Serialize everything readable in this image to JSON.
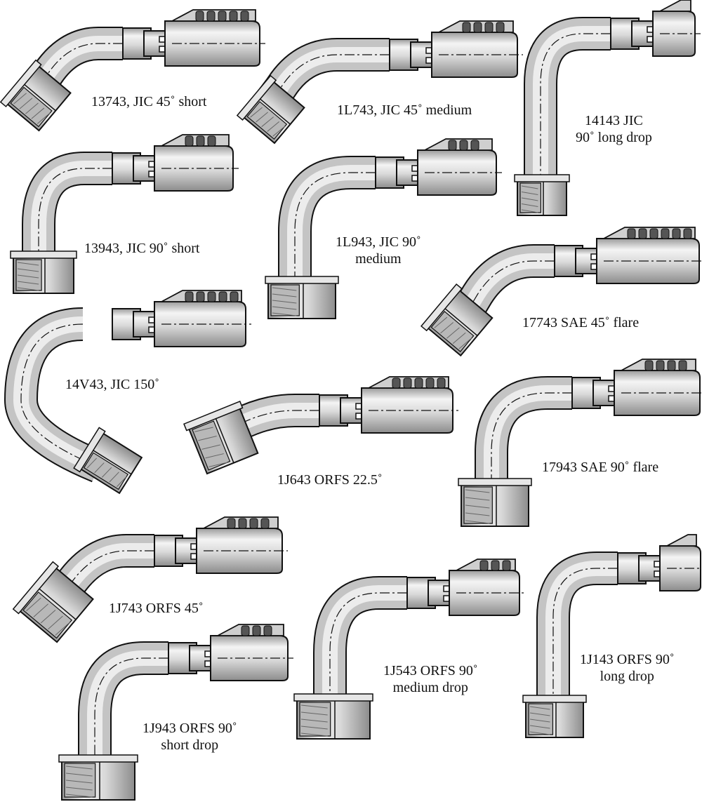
{
  "fittings": [
    {
      "id": "13743",
      "lines": [
        "13743, JIC 45˚ short"
      ]
    },
    {
      "id": "1L743",
      "lines": [
        "1L743, JIC 45˚ medium"
      ]
    },
    {
      "id": "14143",
      "lines": [
        "14143 JIC",
        "90˚ long drop"
      ]
    },
    {
      "id": "13943",
      "lines": [
        "13943, JIC 90˚ short"
      ]
    },
    {
      "id": "1L943",
      "lines": [
        "1L943, JIC 90˚",
        "medium"
      ]
    },
    {
      "id": "17743",
      "lines": [
        "17743 SAE 45˚ flare"
      ]
    },
    {
      "id": "14V43",
      "lines": [
        "14V43, JIC 150˚"
      ]
    },
    {
      "id": "1J643",
      "lines": [
        "1J643 ORFS 22.5˚"
      ]
    },
    {
      "id": "17943",
      "lines": [
        "17943 SAE 90˚ flare"
      ]
    },
    {
      "id": "1J743",
      "lines": [
        "1J743 ORFS 45˚"
      ]
    },
    {
      "id": "1J543",
      "lines": [
        "1J543 ORFS 90˚",
        "medium drop"
      ]
    },
    {
      "id": "1J143",
      "lines": [
        "1J143 ORFS 90˚",
        "long drop"
      ]
    },
    {
      "id": "1J943",
      "lines": [
        "1J943 ORFS 90˚",
        "short drop"
      ]
    }
  ],
  "colors": {
    "metal": "#d6d6d6",
    "metal_light": "#f2f2f2",
    "metal_dark": "#8a8a8a",
    "ridge": "#555555",
    "outline": "#111111"
  }
}
